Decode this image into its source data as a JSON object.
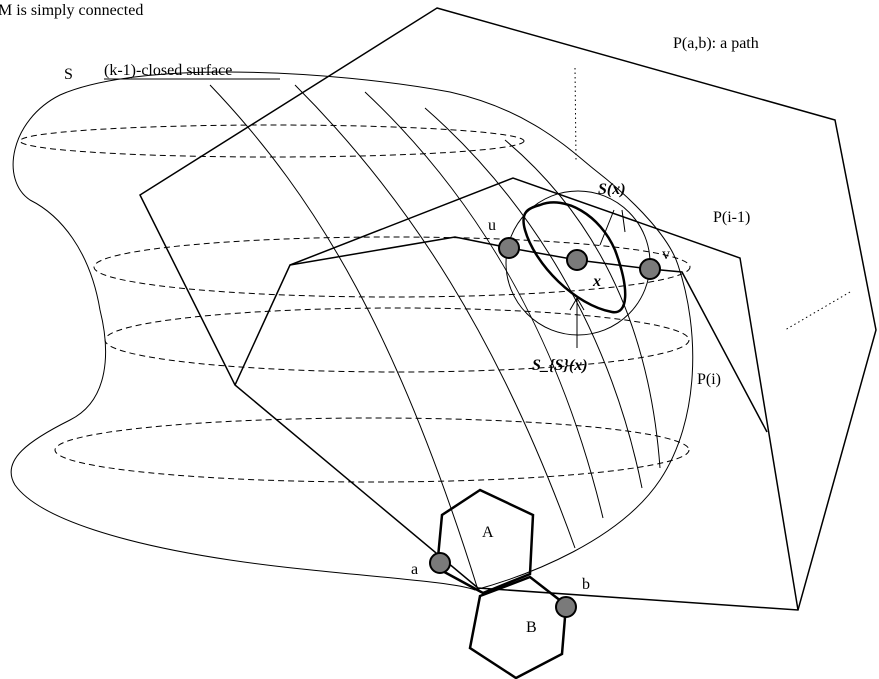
{
  "labels": {
    "top_caption": "M is simply connected",
    "surface_name": "S",
    "surface_desc": "(k-1)-closed surface",
    "path_title": "P(a,b):  a path",
    "path_prev": "P(i-1)",
    "path_curr": "P(i)",
    "sphere": "S(x)",
    "sphere_on_surface": "S_{S}(x)",
    "point_x": "x",
    "point_u": "u",
    "point_v": "v",
    "point_a": "a",
    "point_b": "b",
    "hex_a": "A",
    "hex_b": "B"
  },
  "colors": {
    "line": "#000000",
    "node_fill": "#7a7a7a"
  }
}
